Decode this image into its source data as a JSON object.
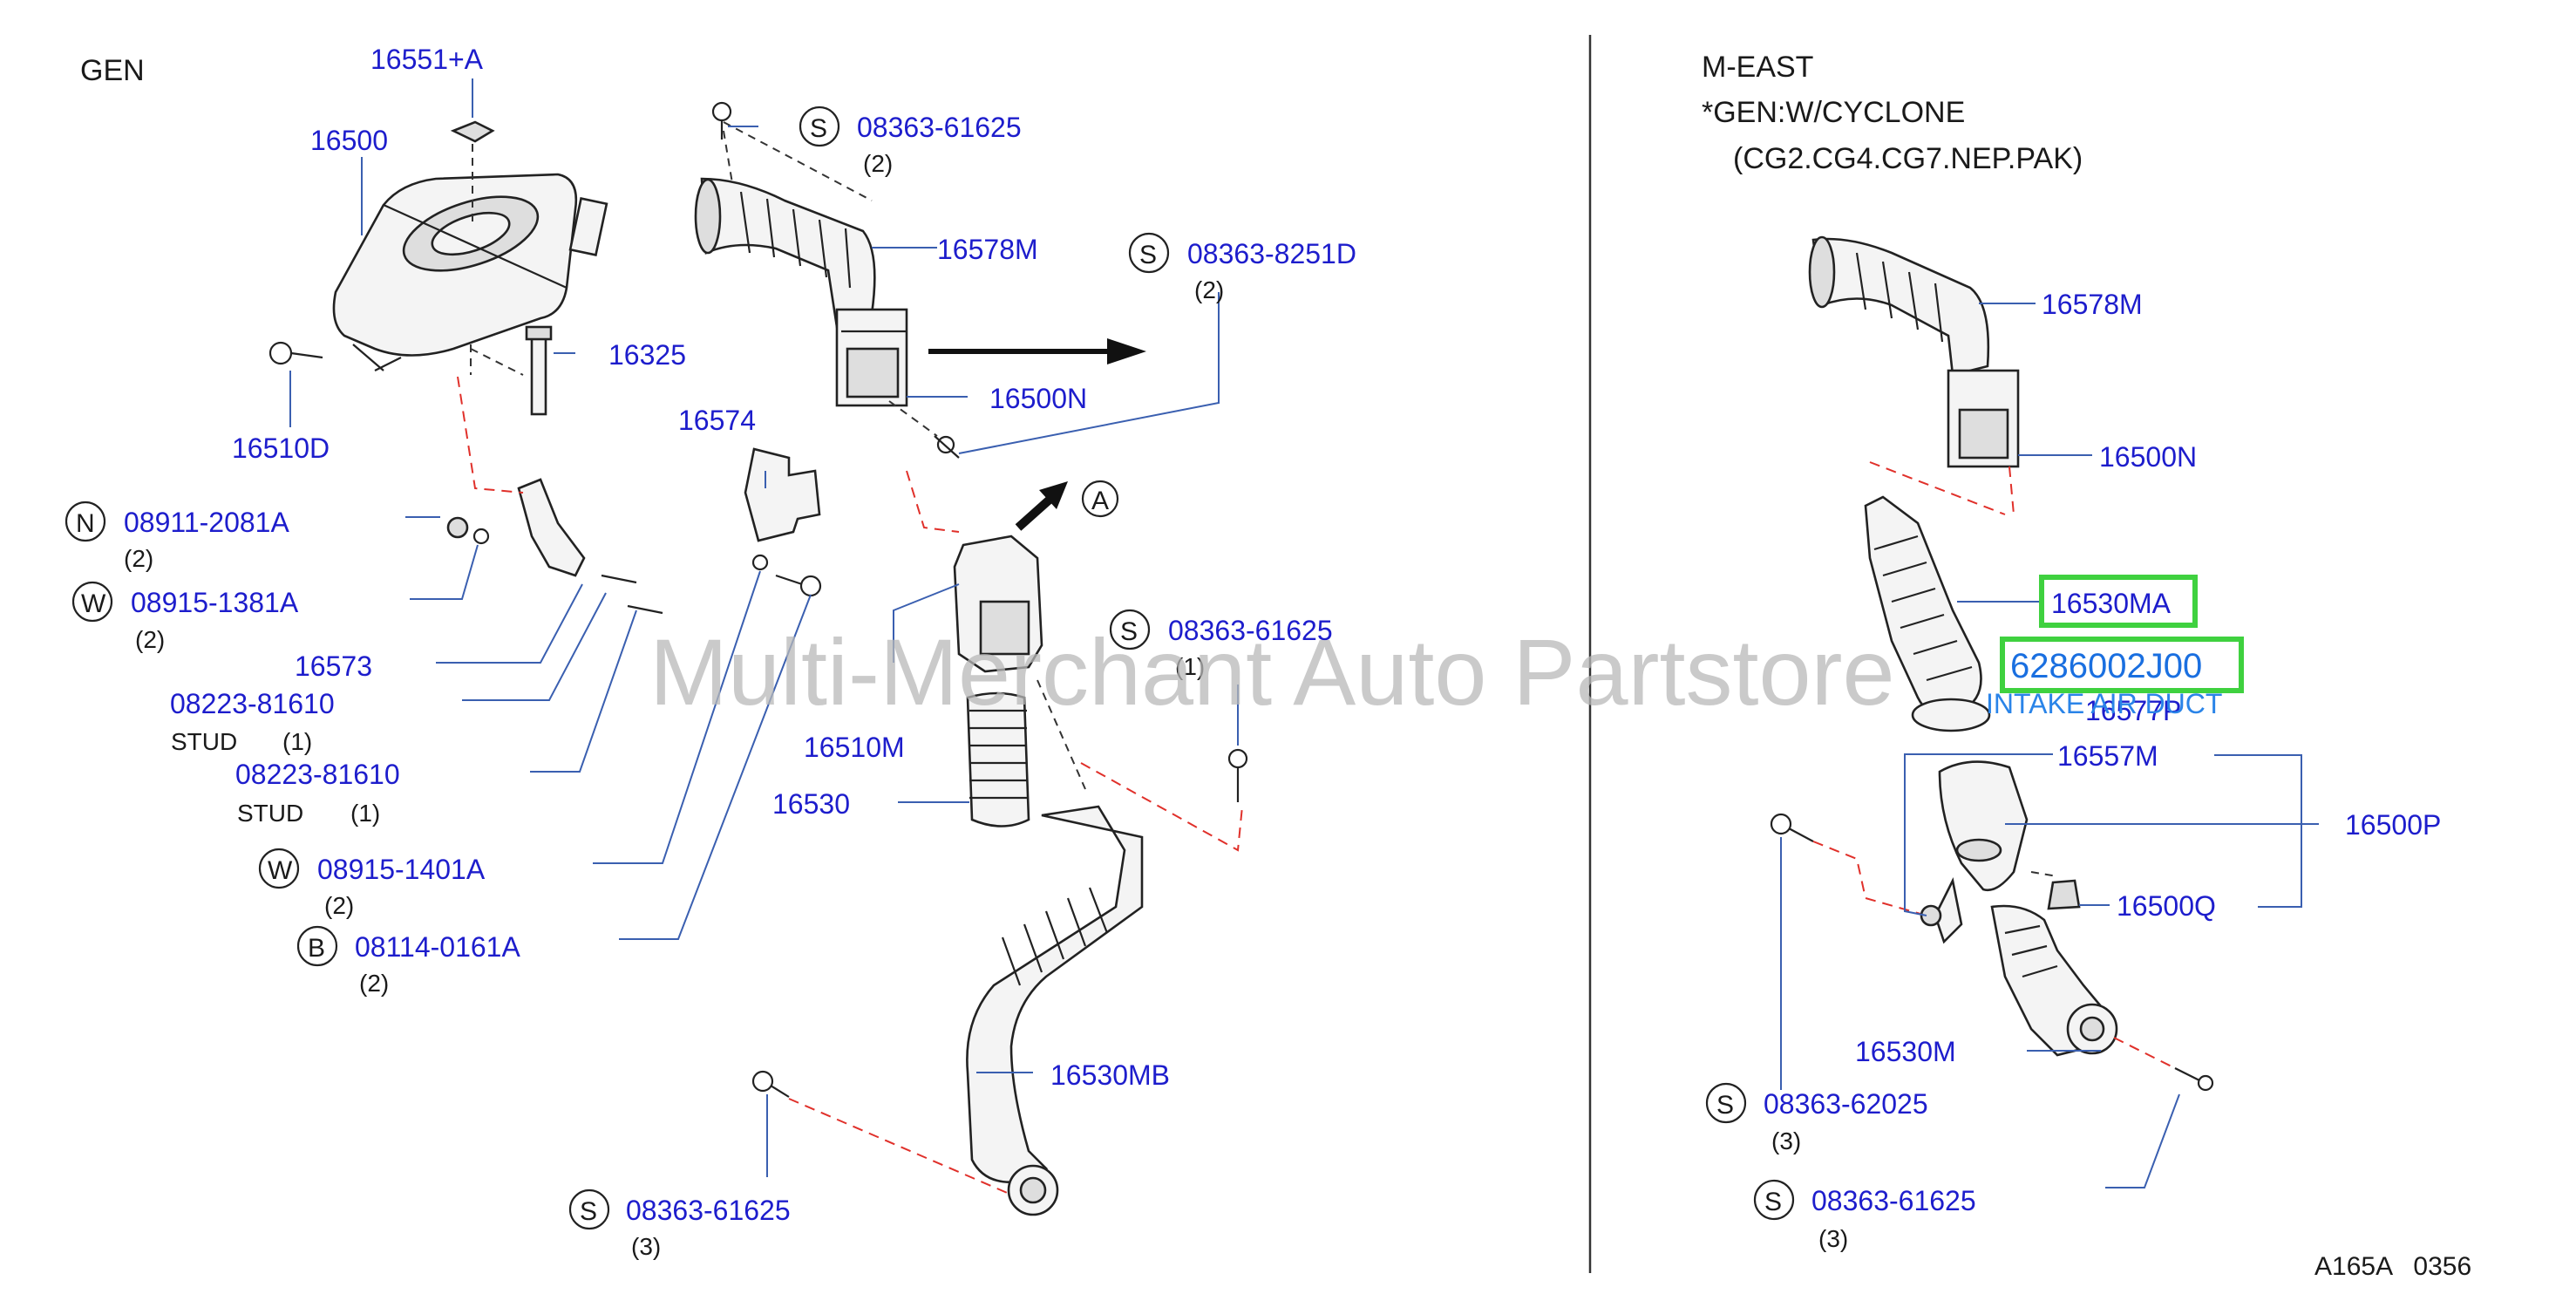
{
  "sections": {
    "left_title": "GEN",
    "right_title": "M-EAST",
    "right_subtitle_1": "*GEN:W/CYCLONE",
    "right_subtitle_2": "(CG2.CG4.CG7.NEP.PAK)"
  },
  "watermark": "Multi-Merchant Auto Partstore",
  "footer_code": "A165A   0356",
  "arrow_ref": "A",
  "left_labels": {
    "p16551A": "16551+A",
    "p16500": "16500",
    "p16325": "16325",
    "p16510D": "16510D",
    "p16578M": "16578M",
    "p16500N": "16500N",
    "p16574": "16574",
    "p16573": "16573",
    "p16510M": "16510M",
    "p16530": "16530",
    "p16530MB": "16530MB"
  },
  "fasteners": [
    {
      "symbol": "S",
      "part": "08363-61625",
      "qty": "(2)"
    },
    {
      "symbol": "S",
      "part": "08363-8251D",
      "qty": "(2)"
    },
    {
      "symbol": "N",
      "part": "08911-2081A",
      "qty": "(2)"
    },
    {
      "symbol": "W",
      "part": "08915-1381A",
      "qty": "(2)"
    },
    {
      "symbol": "S",
      "part": "08363-61625",
      "qty": "(1)"
    },
    {
      "symbol": "W",
      "part": "08915-1401A",
      "qty": "(2)"
    },
    {
      "symbol": "B",
      "part": "08114-0161A",
      "qty": "(2)"
    },
    {
      "symbol": "S",
      "part": "08363-61625",
      "qty": "(3)"
    },
    {
      "symbol": "S",
      "part": "08363-62025",
      "qty": "(3)"
    },
    {
      "symbol": "S",
      "part": "08363-61625",
      "qty": "(3)"
    }
  ],
  "studs": [
    {
      "part": "08223-81610",
      "name": "STUD",
      "qty": "(1)"
    },
    {
      "part": "08223-81610",
      "name": "STUD",
      "qty": "(1)"
    }
  ],
  "right_labels": {
    "p16578M": "16578M",
    "p16500N": "16500N",
    "p16530MA": "16530MA",
    "p16577P": "16577P",
    "p16557M": "16557M",
    "p16500P": "16500P",
    "p16500Q": "16500Q",
    "p16530M": "16530M"
  },
  "highlight": {
    "part_number": "6286002J00",
    "description": "INTAKE AIR DUCT",
    "box_color": "#3fd13f"
  }
}
